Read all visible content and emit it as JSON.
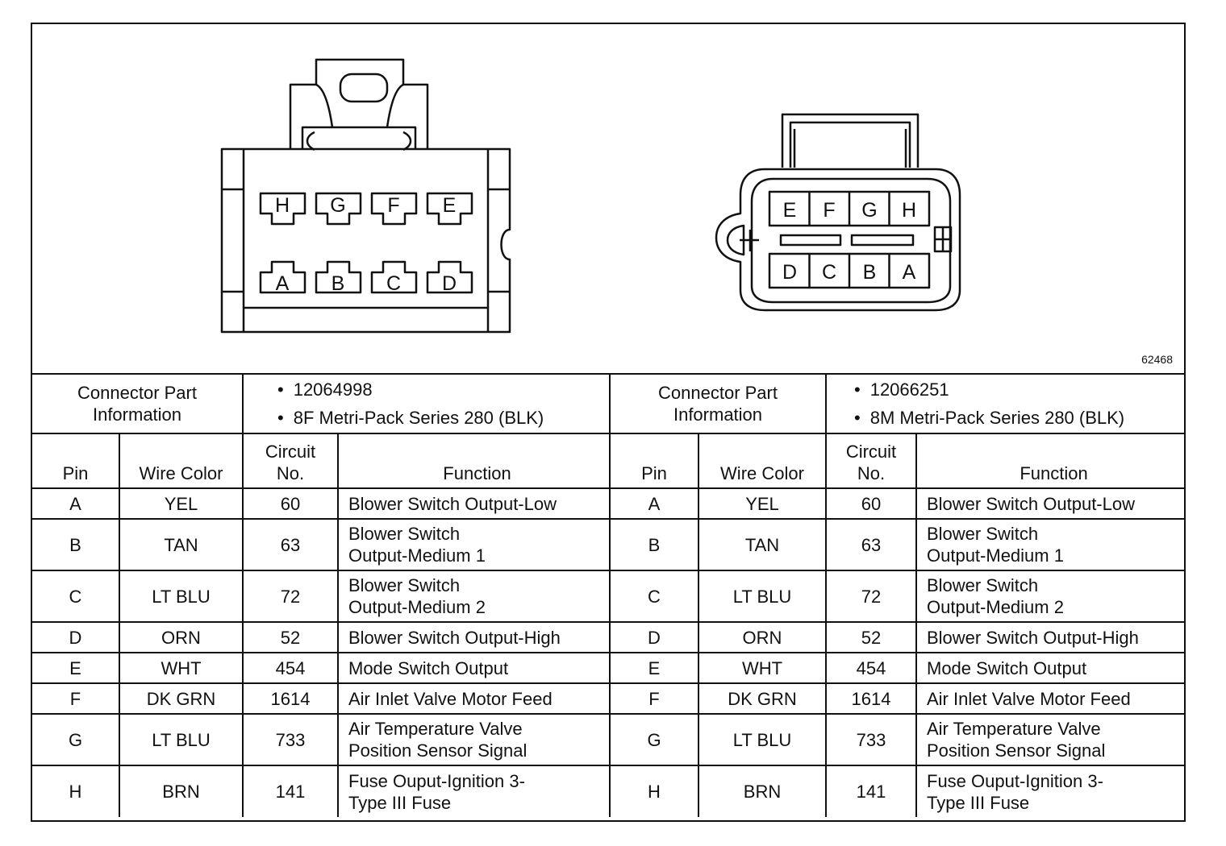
{
  "drawing_id": "62468",
  "connectors": [
    {
      "cavity_labels": [
        "H",
        "G",
        "F",
        "E",
        "A",
        "B",
        "C",
        "D"
      ],
      "info_label": [
        "Connector Part",
        "Information"
      ],
      "part_info": [
        "12064998",
        "8F Metri-Pack Series 280 (BLK)"
      ]
    },
    {
      "cavity_labels": [
        "E",
        "F",
        "G",
        "H",
        "D",
        "C",
        "B",
        "A"
      ],
      "info_label": [
        "Connector Part",
        "Information"
      ],
      "part_info": [
        "12066251",
        "8M Metri-Pack Series 280 (BLK)"
      ]
    }
  ],
  "headers": {
    "pin": "Pin",
    "wire_color": "Wire Color",
    "circuit": [
      "Circuit",
      "No."
    ],
    "function": "Function"
  },
  "rows": [
    {
      "pin": "A",
      "color": "YEL",
      "circuit": "60",
      "function": [
        "Blower Switch Output-Low"
      ]
    },
    {
      "pin": "B",
      "color": "TAN",
      "circuit": "63",
      "function": [
        "Blower Switch",
        "Output-Medium 1"
      ]
    },
    {
      "pin": "C",
      "color": "LT BLU",
      "circuit": "72",
      "function": [
        "Blower Switch",
        "Output-Medium 2"
      ]
    },
    {
      "pin": "D",
      "color": "ORN",
      "circuit": "52",
      "function": [
        "Blower Switch Output-High"
      ]
    },
    {
      "pin": "E",
      "color": "WHT",
      "circuit": "454",
      "function": [
        "Mode Switch Output"
      ]
    },
    {
      "pin": "F",
      "color": "DK GRN",
      "circuit": "1614",
      "function": [
        "Air Inlet Valve Motor Feed"
      ]
    },
    {
      "pin": "G",
      "color": "LT BLU",
      "circuit": "733",
      "function": [
        "Air Temperature Valve",
        "Position Sensor Signal"
      ]
    },
    {
      "pin": "H",
      "color": "BRN",
      "circuit": "141",
      "function": [
        "Fuse Ouput-Ignition 3-",
        "Type III Fuse"
      ]
    }
  ]
}
